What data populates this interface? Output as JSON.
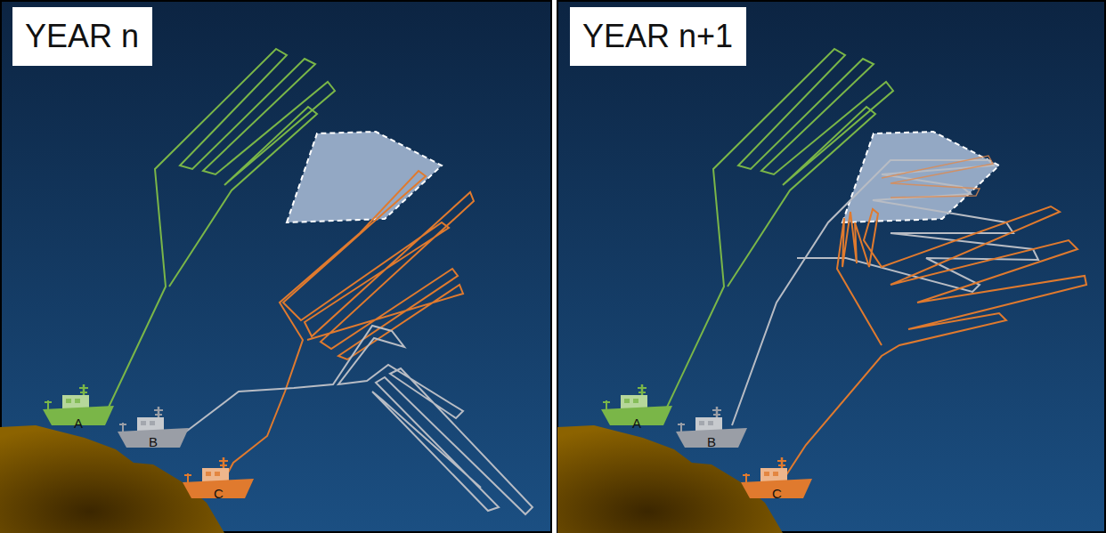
{
  "diagram": {
    "nodes": [
      {
        "text": [
          "YEAR n"
        ]
      },
      {
        "text": [
          "YEAR n+1"
        ]
      }
    ],
    "labels": [
      "A",
      "B",
      "C",
      "A",
      "B",
      "C"
    ]
  }
}
